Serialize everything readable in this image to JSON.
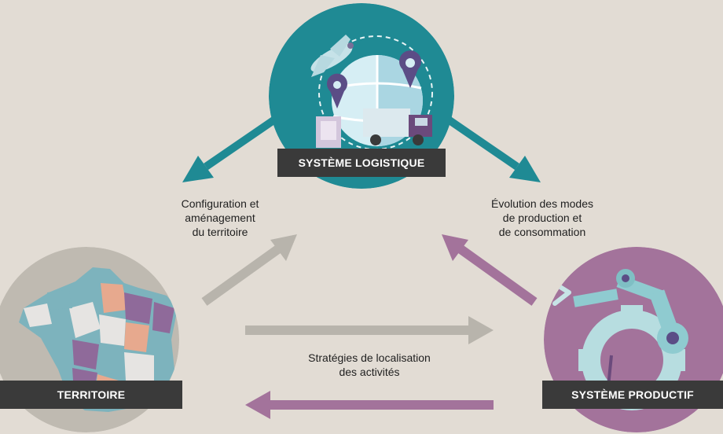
{
  "nodes": {
    "logistique": {
      "label": "SYSTÈME LOGISTIQUE"
    },
    "territoire": {
      "label": "TERRITOIRE"
    },
    "productif": {
      "label": "SYSTÈME PRODUCTIF"
    }
  },
  "relations": {
    "territoire_label": [
      "Configuration et",
      "aménagement",
      "du territoire"
    ],
    "production_label": [
      "Évolution des modes",
      "de production et",
      "de consommation"
    ],
    "localisation_label": [
      "Stratégies de localisation",
      "des activités"
    ]
  },
  "colors": {
    "background": "#e2dcd4",
    "teal": "#1f8a94",
    "grey_arrow": "#b8b4ac",
    "purple": "#a3739b",
    "banner": "#3a3a3a"
  }
}
